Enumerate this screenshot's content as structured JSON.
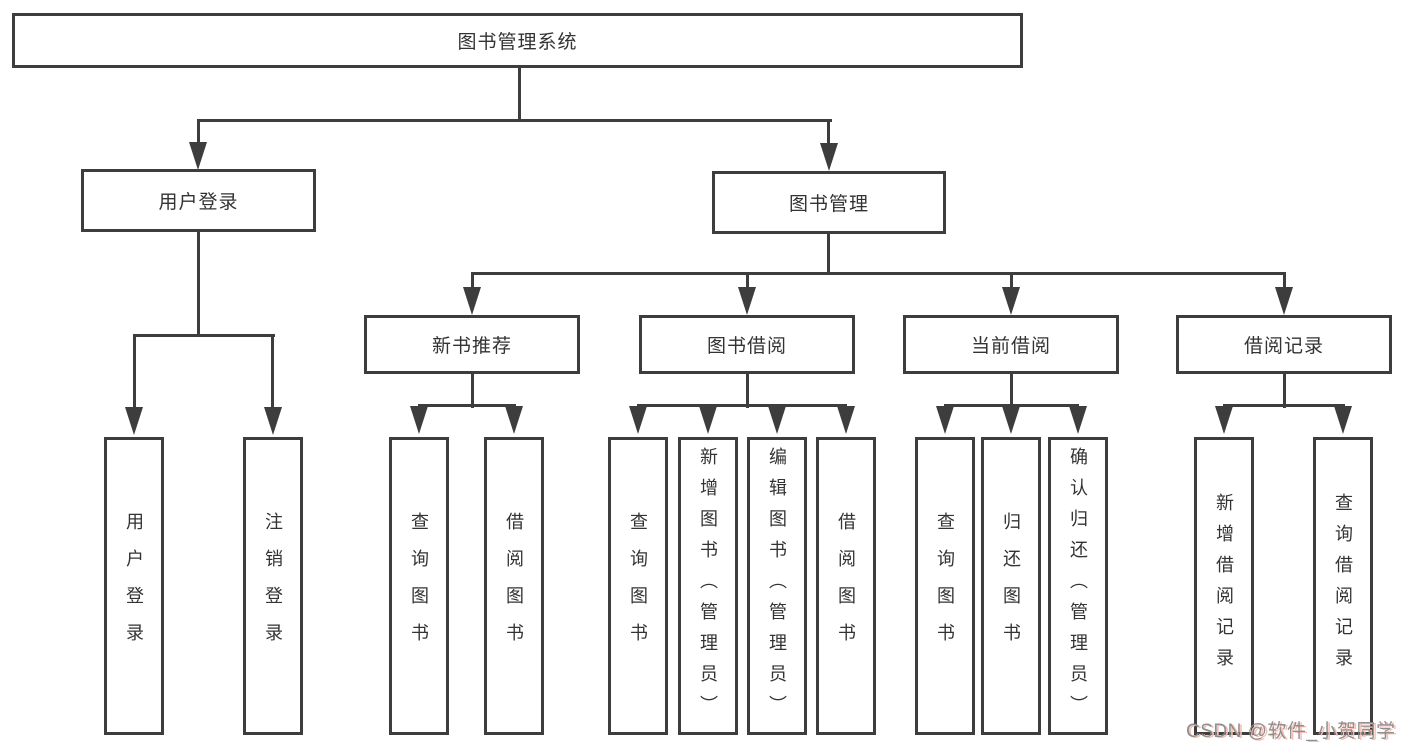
{
  "tree": {
    "label": "图书管理系统",
    "branches": [
      {
        "label": "用户登录",
        "leaves": [
          "用户登录",
          "注销登录"
        ]
      },
      {
        "label": "图书管理",
        "groups": [
          {
            "label": "新书推荐",
            "leaves": [
              "查询图书",
              "借阅图书"
            ]
          },
          {
            "label": "图书借阅",
            "leaves": [
              "查询图书",
              "新增图书（管理员）",
              "编辑图书（管理员）",
              "借阅图书"
            ]
          },
          {
            "label": "当前借阅",
            "leaves": [
              "查询图书",
              "归还图书",
              "确认归还（管理员）"
            ]
          },
          {
            "label": "借阅记录",
            "leaves": [
              "新增借阅记录",
              "查询借阅记录"
            ]
          }
        ]
      }
    ]
  },
  "watermark": "CSDN @软件_小贺同学",
  "colors": {
    "background": "#ffffff",
    "line": "#3d3d3d",
    "box_border": "#3d3d3d",
    "text": "#333333",
    "watermark_text": "#878787",
    "watermark_shadow": "#f6beb4"
  }
}
